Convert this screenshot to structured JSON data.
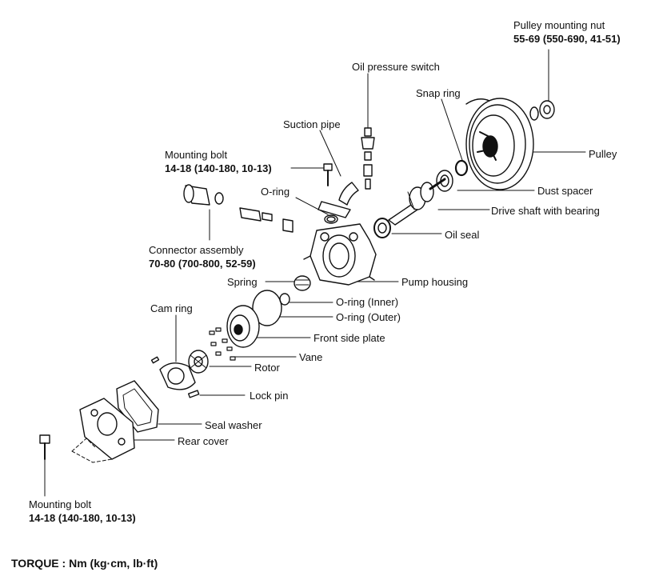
{
  "labels": {
    "pulley_nut": "Pulley mounting nut",
    "pulley_nut_torque": "55-69 (550-690, 41-51)",
    "oil_pressure_switch": "Oil pressure switch",
    "snap_ring": "Snap ring",
    "suction_pipe": "Suction pipe",
    "pulley": "Pulley",
    "mounting_bolt_top": "Mounting bolt",
    "mounting_bolt_top_torque": "14-18 (140-180, 10-13)",
    "dust_spacer": "Dust spacer",
    "o_ring": "O-ring",
    "drive_shaft": "Drive shaft with bearing",
    "oil_seal": "Oil seal",
    "connector_assembly": "Connector assembly",
    "connector_assembly_torque": "70-80 (700-800, 52-59)",
    "spring": "Spring",
    "pump_housing": "Pump housing",
    "o_ring_inner": "O-ring (Inner)",
    "cam_ring": "Cam ring",
    "o_ring_outer": "O-ring (Outer)",
    "front_side_plate": "Front side plate",
    "vane": "Vane",
    "rotor": "Rotor",
    "lock_pin": "Lock pin",
    "seal_washer": "Seal washer",
    "rear_cover": "Rear cover",
    "mounting_bolt_bottom": "Mounting bolt",
    "mounting_bolt_bottom_torque": "14-18 (140-180, 10-13)"
  },
  "footer": "TORQUE : Nm (kg·cm, lb·ft)"
}
